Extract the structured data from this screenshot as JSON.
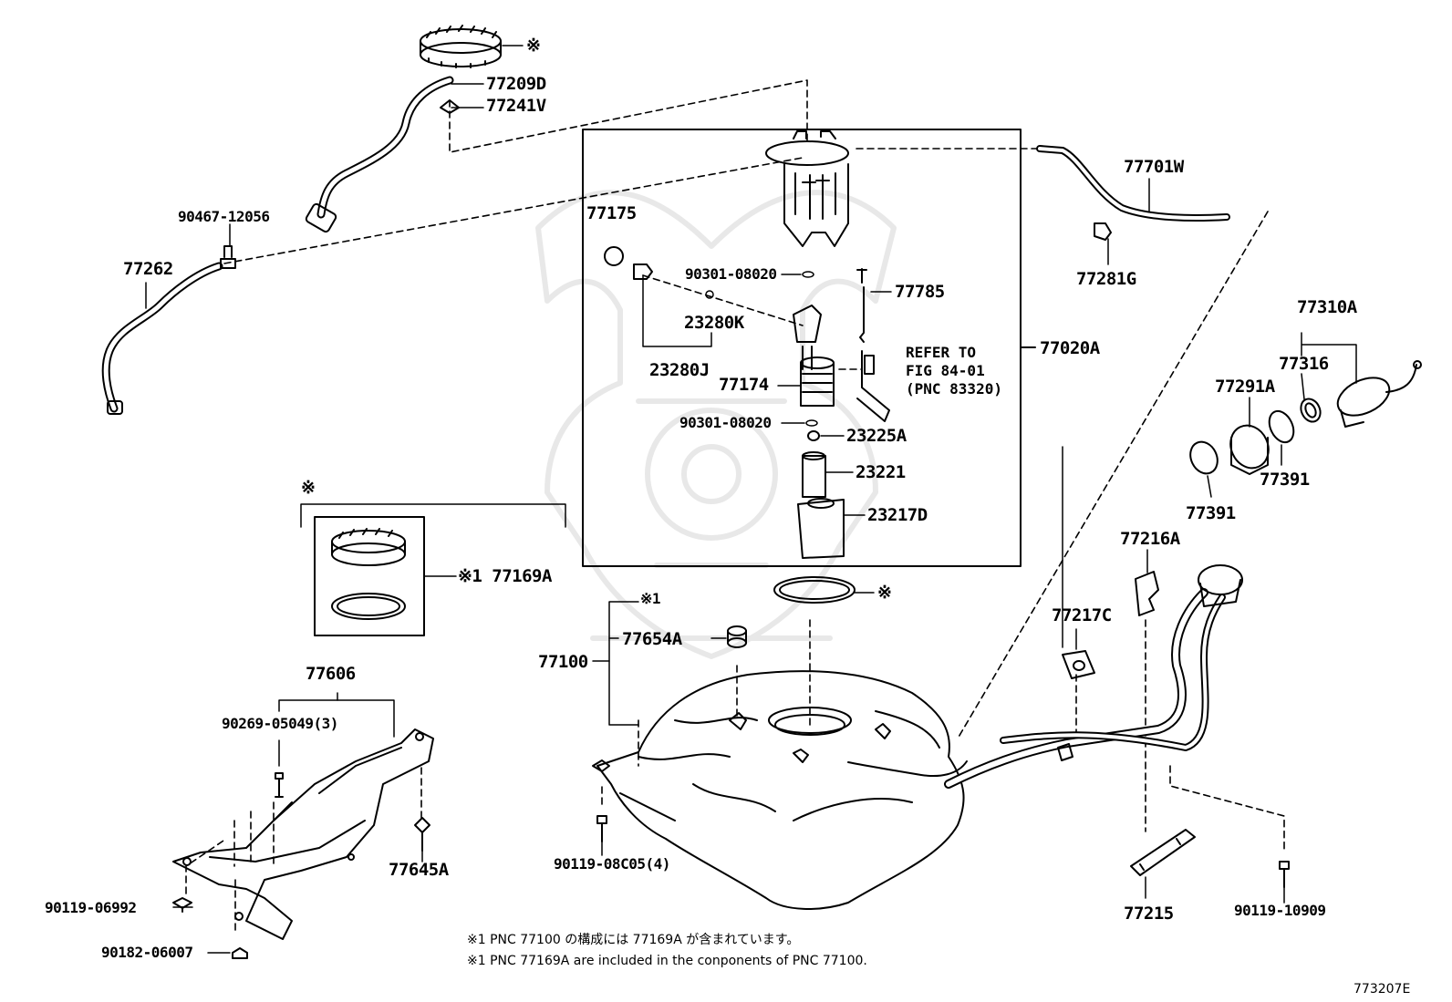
{
  "parts": {
    "p77209D": "77209D",
    "p77241V": "77241V",
    "p90467_12056": "90467-12056",
    "p77262": "77262",
    "p77175": "77175",
    "p90301_08020_a": "90301-08020",
    "p23280K": "23280K",
    "p23280J": "23280J",
    "p77174": "77174",
    "p90301_08020_b": "90301-08020",
    "p23225A": "23225A",
    "p23221": "23221",
    "p23217D": "23217D",
    "p77785": "77785",
    "p77020A": "77020A",
    "p77701W": "77701W",
    "p77281G": "77281G",
    "p77310A": "77310A",
    "p77316": "77316",
    "p77291A": "77291A",
    "p77391_a": "77391",
    "p77391_b": "77391",
    "p77169A": "※1 77169A",
    "p77654A": "77654A",
    "p77100": "77100",
    "p77216A": "77216A",
    "p77217C": "77217C",
    "p77606": "77606",
    "p90269_05049": "90269-05049(3)",
    "p77645A": "77645A",
    "p90119_06992": "90119-06992",
    "p90182_06007": "90182-06007",
    "p90119_08C05": "90119-08C05(4)",
    "p77215": "77215",
    "p90119_10909": "90119-10909"
  },
  "marks": {
    "ring_top": "※",
    "kit_bracket": "※",
    "gasket": "※",
    "note_77100": "※1"
  },
  "refer": {
    "line1": "REFER TO",
    "line2": "FIG 84-01",
    "line3": "(PNC 83320)"
  },
  "notes": {
    "jp": "※1 PNC 77100 の構成には 77169A が含まれています。",
    "en": "※1 PNC 77169A are included in the conponents of PNC 77100."
  },
  "figure_id": "773207E"
}
